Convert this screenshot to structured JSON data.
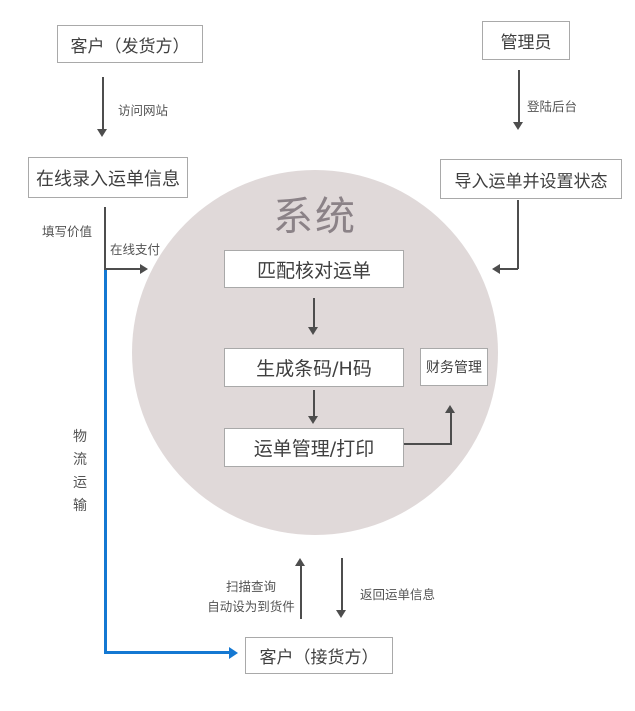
{
  "diagram": {
    "system": {
      "label": "系统"
    },
    "nodes": {
      "customer_shipper": "客户（发货方）",
      "online_entry": "在线录入运单信息",
      "admin": "管理员",
      "import_waybill": "导入运单并设置状态",
      "match_verify": "匹配核对运单",
      "generate_barcode": "生成条码/H码",
      "finance": "财务管理",
      "waybill_manage": "运单管理/打印",
      "customer_receiver": "客户（接货方）"
    },
    "edge_labels": {
      "visit_website": "访问网站",
      "login_backend": "登陆后台",
      "fill_value": "填写价值",
      "online_pay": "在线支付",
      "logistics": "物流运输",
      "scan_query": "扫描查询",
      "auto_set_arrived": "自动设为到货件",
      "return_info": "返回运单信息"
    },
    "colors": {
      "circle_fill": "#e0d9d9",
      "system_text": "#8b8287",
      "arrow": "#4d4d4d",
      "blue_arrow": "#1478d2",
      "box_border": "#a9a9a9",
      "box_bg": "#ffffff",
      "text": "#3f3f3f",
      "label_text": "#545454",
      "background": "#ffffff"
    }
  }
}
